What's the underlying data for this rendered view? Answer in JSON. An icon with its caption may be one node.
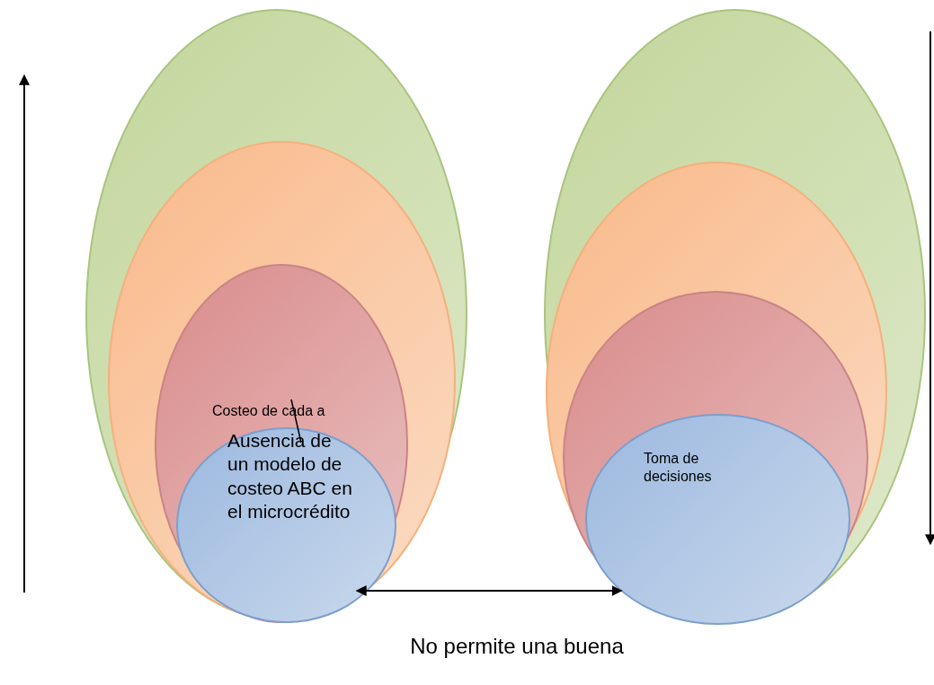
{
  "diagram": {
    "nodes": [
      {
        "text": [],
        "shape": "ellipse"
      },
      {
        "text": [],
        "shape": "ellipse",
        "in": 0
      },
      {
        "text": [
          "Costeo de cada a"
        ],
        "in": 1
      },
      {
        "text": [
          "Ausencia de un modelo de costeo ABC en el microcrédito"
        ],
        "in": 2
      },
      {
        "text": [],
        "shape": "ellipse"
      },
      {
        "text": [],
        "shape": "ellipse",
        "in": 4
      },
      {
        "text": [],
        "shape": "ellipse",
        "in": 5
      },
      {
        "text": [
          "Toma de decisiones"
        ],
        "in": 6
      }
    ],
    "edges": [
      {
        "from": 3,
        "to": 7,
        "arrow": "both"
      }
    ],
    "labels": [
      "No permite una buena"
    ]
  }
}
